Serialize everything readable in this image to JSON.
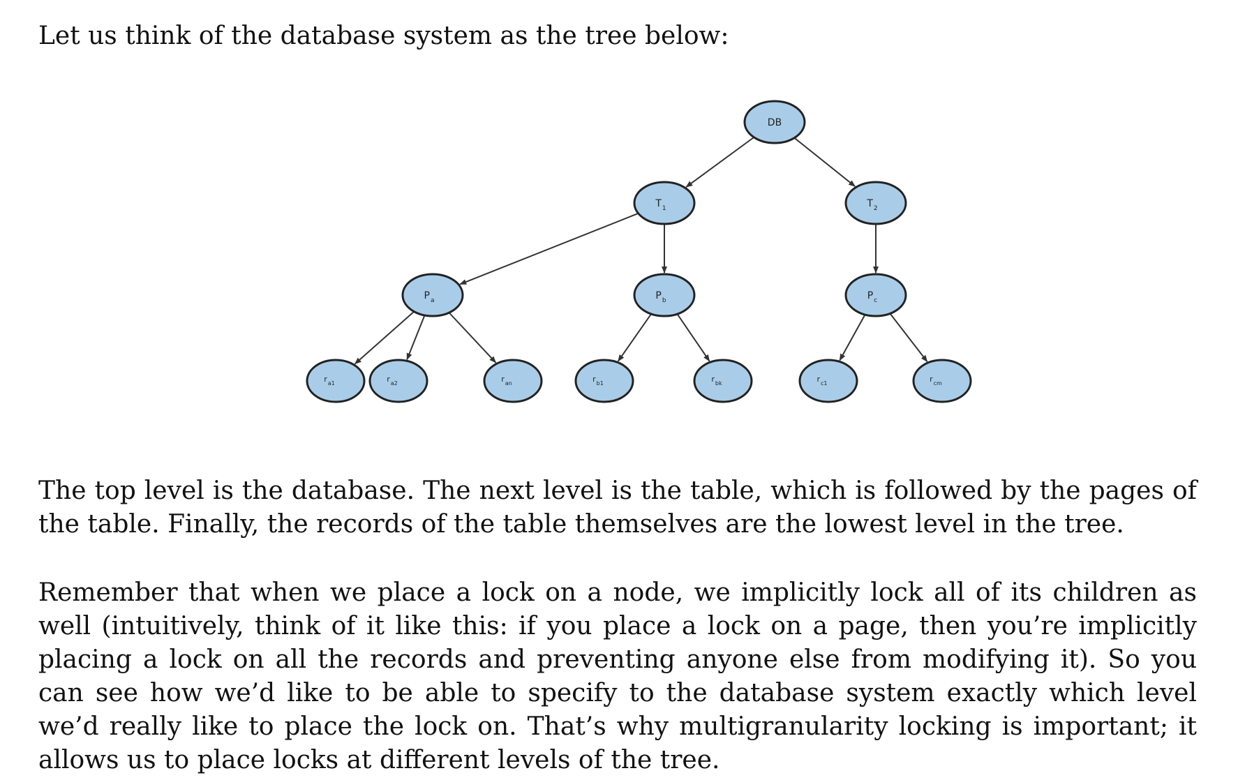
{
  "document": {
    "intro": "Let us think of the database system as the tree below:",
    "levels_paragraph": "The top level is the database. The next level is the table, which is followed by the pages of the table. Finally, the records of the table themselves are the lowest level in the tree.",
    "remember_paragraph": "Remember that when we place a lock on a node, we implicitly lock all of its children as well (intuitively, think of it like this: if you place a lock on a page, then you’re implicitly placing a lock on all the records and preventing anyone else from modifying it). So you can see how we’d like to be able to specify to the database system exactly which level we’d really like to place the lock on. That’s why multigranularity locking is important; it allows us to place locks at different levels of the tree."
  },
  "tree": {
    "node_fill": "#a9cde8",
    "node_stroke": "#222222",
    "nodes": [
      {
        "id": "db",
        "base": "DB",
        "sub": ""
      },
      {
        "id": "t1",
        "base": "T",
        "sub": "1"
      },
      {
        "id": "t2",
        "base": "T",
        "sub": "2"
      },
      {
        "id": "pa",
        "base": "P",
        "sub": "a"
      },
      {
        "id": "pb",
        "base": "P",
        "sub": "b"
      },
      {
        "id": "pc",
        "base": "P",
        "sub": "c"
      },
      {
        "id": "ra1",
        "base": "r",
        "sub": "a1"
      },
      {
        "id": "ra2",
        "base": "r",
        "sub": "a2"
      },
      {
        "id": "ran",
        "base": "r",
        "sub": "an"
      },
      {
        "id": "rb1",
        "base": "r",
        "sub": "b1"
      },
      {
        "id": "rbk",
        "base": "r",
        "sub": "bk"
      },
      {
        "id": "rc1",
        "base": "r",
        "sub": "c1"
      },
      {
        "id": "rcm",
        "base": "r",
        "sub": "cm"
      }
    ],
    "edges": [
      [
        "db",
        "t1"
      ],
      [
        "db",
        "t2"
      ],
      [
        "t1",
        "pa"
      ],
      [
        "t1",
        "pb"
      ],
      [
        "t2",
        "pc"
      ],
      [
        "pa",
        "ra1"
      ],
      [
        "pa",
        "ra2"
      ],
      [
        "pa",
        "ran"
      ],
      [
        "pb",
        "rb1"
      ],
      [
        "pb",
        "rbk"
      ],
      [
        "pc",
        "rc1"
      ],
      [
        "pc",
        "rcm"
      ]
    ]
  }
}
